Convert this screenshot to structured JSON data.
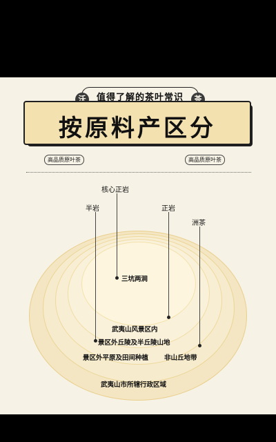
{
  "header": {
    "subtitle": "值得了解的茶叶常识",
    "seal_left": "沃",
    "seal_right": "茶",
    "title": "按原料产区分"
  },
  "tags": {
    "left": "高品质原叶茶",
    "right": "高品质原叶茶"
  },
  "zones": {
    "core": "核心正岩",
    "half": "半岩",
    "zheng": "正岩",
    "zhou": "洲茶"
  },
  "rings": {
    "inner": "三坑两涧",
    "scenic": "武夷山风景区内",
    "outer_hills": "景区外丘陵及半丘陵山地",
    "plain": "景区外平原及田间种植",
    "plain_extra": "非山丘地带",
    "city": "武夷山市所辖行政区域"
  },
  "colors": {
    "background": "#f6f2e6",
    "banner": "#f3e1b0",
    "ring": "#f4e6c2"
  }
}
